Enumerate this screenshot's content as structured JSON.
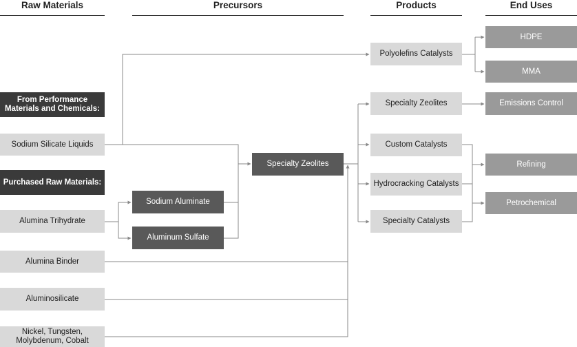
{
  "headers": {
    "raw_materials": "Raw Materials",
    "precursors": "Precursors",
    "products": "Products",
    "end_uses": "End Uses"
  },
  "raw": {
    "from_performance": "From Performance Materials and Chemicals:",
    "sodium_silicate": "Sodium Silicate Liquids",
    "purchased": "Purchased Raw Materials:",
    "alumina_trihydrate": "Alumina Trihydrate",
    "alumina_binder": "Alumina Binder",
    "aluminosilicate": "Aluminosilicate",
    "metals": "Nickel, Tungsten, Molybdenum, Cobalt"
  },
  "precursors": {
    "sodium_aluminate": "Sodium Aluminate",
    "aluminum_sulfate": "Aluminum Sulfate",
    "specialty_zeolites": "Specialty Zeolites"
  },
  "products": {
    "polyolefins": "Polyolefins Catalysts",
    "specialty_zeolites": "Specialty Zeolites",
    "custom": "Custom Catalysts",
    "hydrocracking": "Hydrocracking Catalysts",
    "specialty_catalysts": "Specialty Catalysts"
  },
  "end_uses": {
    "hdpe": "HDPE",
    "mma": "MMA",
    "emissions": "Emissions Control",
    "refining": "Refining",
    "petrochemical": "Petrochemical"
  },
  "colors": {
    "light_box": "#d9d9d9",
    "dark_box": "#595959",
    "black_box": "#3a3a3a",
    "end_use_box": "#9a9a9a",
    "connector": "#888888"
  }
}
